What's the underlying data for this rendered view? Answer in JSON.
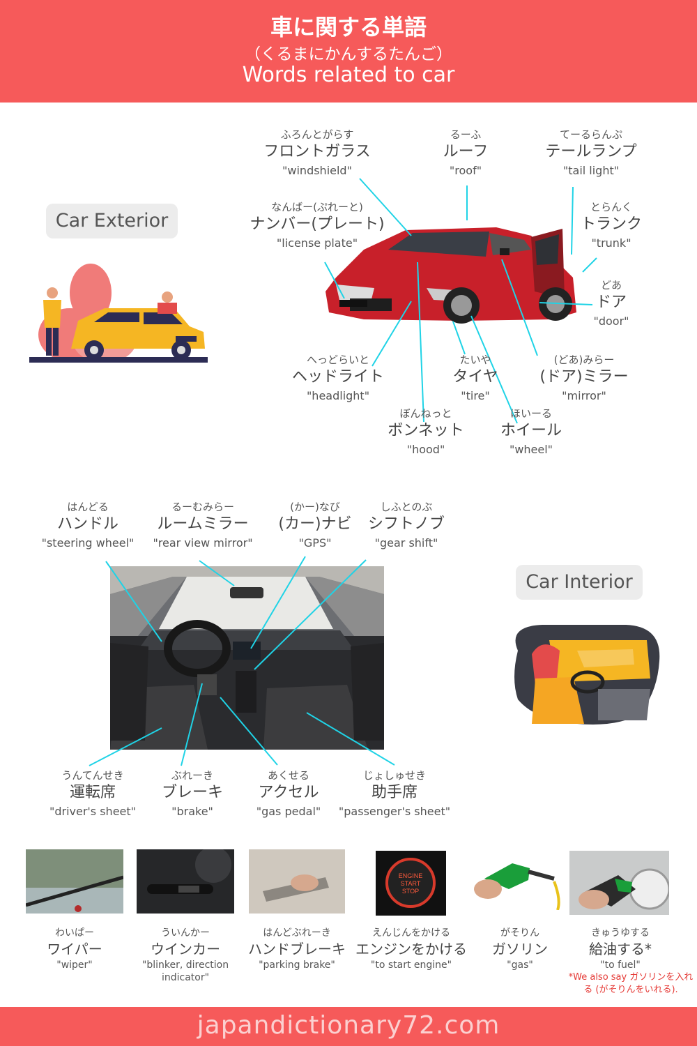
{
  "header": {
    "title_jp": "車に関する単語",
    "title_kana": "（くるまにかんするたんご）",
    "title_en": "Words related to car"
  },
  "sections": {
    "exterior": "Car Exterior",
    "interior": "Car Interior"
  },
  "exterior_terms": [
    {
      "furigana": "ふろんとがらす",
      "jp": "フロントガラス",
      "en": "\"windshield\""
    },
    {
      "furigana": "るーふ",
      "jp": "ルーフ",
      "en": "\"roof\""
    },
    {
      "furigana": "てーるらんぷ",
      "jp": "テールランプ",
      "en": "\"tail light\""
    },
    {
      "furigana": "なんばー(ぷれーと)",
      "jp": "ナンバー(プレート)",
      "en": "\"license plate\""
    },
    {
      "furigana": "とらんく",
      "jp": "トランク",
      "en": "\"trunk\""
    },
    {
      "furigana": "どあ",
      "jp": "ドア",
      "en": "\"door\""
    },
    {
      "furigana": "へっどらいと",
      "jp": "ヘッドライト",
      "en": "\"headlight\""
    },
    {
      "furigana": "たいや",
      "jp": "タイヤ",
      "en": "\"tire\""
    },
    {
      "furigana": "(どあ)みらー",
      "jp": "(ドア)ミラー",
      "en": "\"mirror\""
    },
    {
      "furigana": "ぼんねっと",
      "jp": "ボンネット",
      "en": "\"hood\""
    },
    {
      "furigana": "ほいーる",
      "jp": "ホイール",
      "en": "\"wheel\""
    }
  ],
  "interior_terms": [
    {
      "furigana": "はんどる",
      "jp": "ハンドル",
      "en": "\"steering wheel\""
    },
    {
      "furigana": "るーむみらー",
      "jp": "ルームミラー",
      "en": "\"rear view mirror\""
    },
    {
      "furigana": "(かー)なび",
      "jp": "(カー)ナビ",
      "en": "\"GPS\""
    },
    {
      "furigana": "しふとのぶ",
      "jp": "シフトノブ",
      "en": "\"gear shift\""
    },
    {
      "furigana": "うんてんせき",
      "jp": "運転席",
      "en": "\"driver's sheet\""
    },
    {
      "furigana": "ぶれーき",
      "jp": "ブレーキ",
      "en": "\"brake\""
    },
    {
      "furigana": "あくせる",
      "jp": "アクセル",
      "en": "\"gas pedal\""
    },
    {
      "furigana": "じょしゅせき",
      "jp": "助手席",
      "en": "\"passenger's sheet\""
    }
  ],
  "bottom_terms": [
    {
      "furigana": "わいぱー",
      "jp": "ワイパー",
      "en": "\"wiper\""
    },
    {
      "furigana": "ういんかー",
      "jp": "ウインカー",
      "en": "\"blinker, direction indicator\""
    },
    {
      "furigana": "はんどぶれーき",
      "jp": "ハンドブレーキ",
      "en": "\"parking brake\""
    },
    {
      "furigana": "えんじんをかける",
      "jp": "エンジンをかける",
      "en": "\"to start engine\""
    },
    {
      "furigana": "がそりん",
      "jp": "ガソリン",
      "en": "\"gas\""
    },
    {
      "furigana": "きゅうゆする",
      "jp": "給油する*",
      "en": "\"to fuel\""
    }
  ],
  "note": "*We also say ガソリンを入れる (がそりんをいれる).",
  "engine_button_text": [
    "ENGINE",
    "START",
    "STOP"
  ],
  "footer": "japandictionary72.com",
  "colors": {
    "accent": "#f65a5a",
    "pointer": "#1fd3e6",
    "car_red": "#c8202a",
    "note": "#e53935"
  }
}
